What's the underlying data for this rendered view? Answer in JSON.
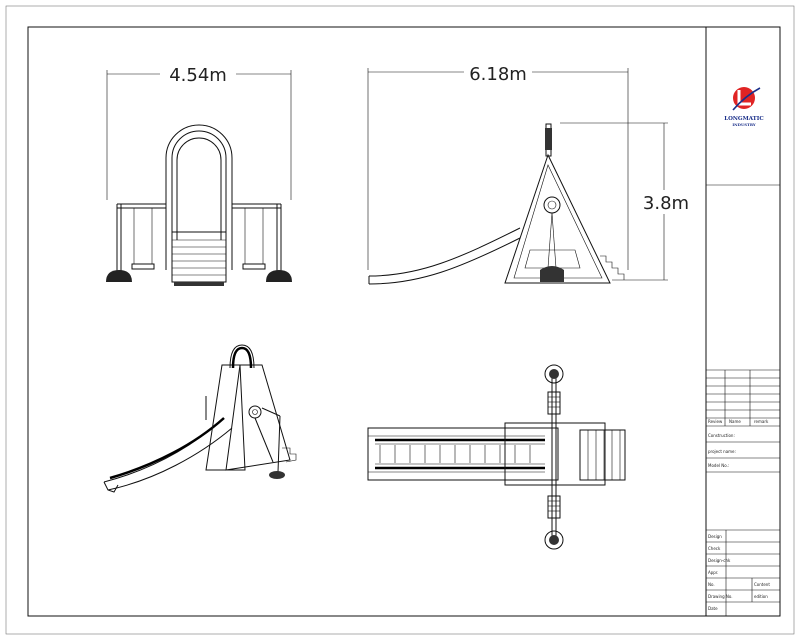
{
  "dimensions": {
    "front_width": "4.54m",
    "side_length": "6.18m",
    "side_height": "3.8m"
  },
  "title_block": {
    "company_name": "LONGMATIC",
    "company_sub": "INDUSTRY",
    "logo_colors": {
      "red": "#e02424",
      "blue": "#1a2f8a"
    },
    "rev_headers": [
      "Review",
      "Name",
      "remark"
    ],
    "construction_label": "Construction:",
    "project_label": "project name:",
    "model_label": "Model No.:",
    "sign_rows": [
      {
        "label": "Design",
        "extra": ""
      },
      {
        "label": "Check",
        "extra": ""
      },
      {
        "label": "Design-chk",
        "extra": ""
      },
      {
        "label": "Appr.",
        "extra": ""
      },
      {
        "label": "No.",
        "extra": "Content"
      },
      {
        "label": "Drawing No.",
        "extra": "edition"
      },
      {
        "label": "Date",
        "extra": ""
      }
    ]
  }
}
